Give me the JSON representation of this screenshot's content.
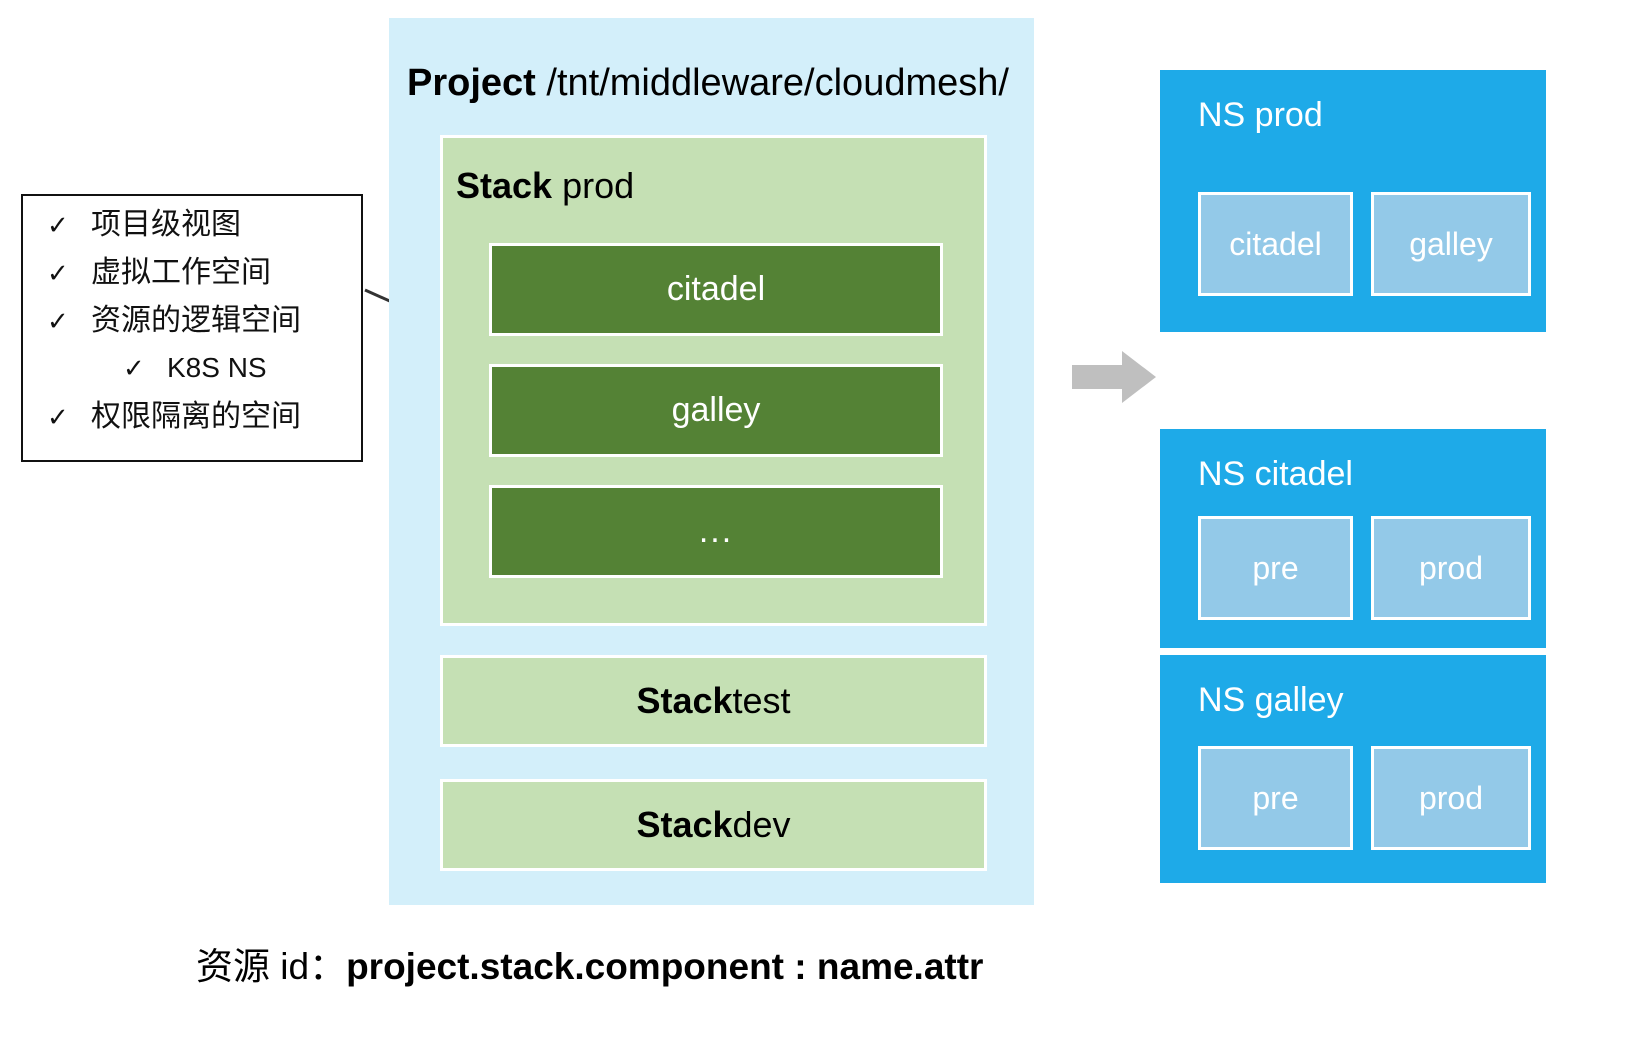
{
  "callout": {
    "check_glyph": "✓",
    "items": [
      {
        "text": "项目级视图",
        "indented": false,
        "latin": false
      },
      {
        "text": "虚拟工作空间",
        "indented": false,
        "latin": false
      },
      {
        "text": "资源的逻辑空间",
        "indented": false,
        "latin": false
      },
      {
        "text": "K8S NS",
        "indented": true,
        "latin": true
      },
      {
        "text": "权限隔离的空间",
        "indented": false,
        "latin": false
      }
    ]
  },
  "project": {
    "keyword": "Project",
    "path": "/tnt/middleware/cloudmesh/",
    "stack_prod": {
      "keyword": "Stack",
      "name": "prod",
      "components": [
        {
          "label": "citadel"
        },
        {
          "label": "galley"
        },
        {
          "label": "..."
        }
      ]
    },
    "other_stacks": [
      {
        "keyword": "Stack",
        "name": "test"
      },
      {
        "keyword": "Stack",
        "name": "dev"
      }
    ]
  },
  "namespaces": [
    {
      "title": "NS prod",
      "children": [
        {
          "label": "citadel"
        },
        {
          "label": "galley"
        }
      ]
    },
    {
      "title": "NS citadel",
      "children": [
        {
          "label": "pre"
        },
        {
          "label": "prod"
        }
      ]
    },
    {
      "title": "NS galley",
      "children": [
        {
          "label": "pre"
        },
        {
          "label": "prod"
        }
      ]
    }
  ],
  "caption": {
    "label": "资源 id：",
    "value": "project.stack.component : name.attr"
  },
  "colors": {
    "project_bg": "#d3effa",
    "stack_bg": "#c5e0b4",
    "component_bg": "#548235",
    "namespace_bg": "#1eaae8",
    "namespace_child_bg": "#93c9e8",
    "arrow": "#bfbfbf",
    "outline": "#111111"
  }
}
